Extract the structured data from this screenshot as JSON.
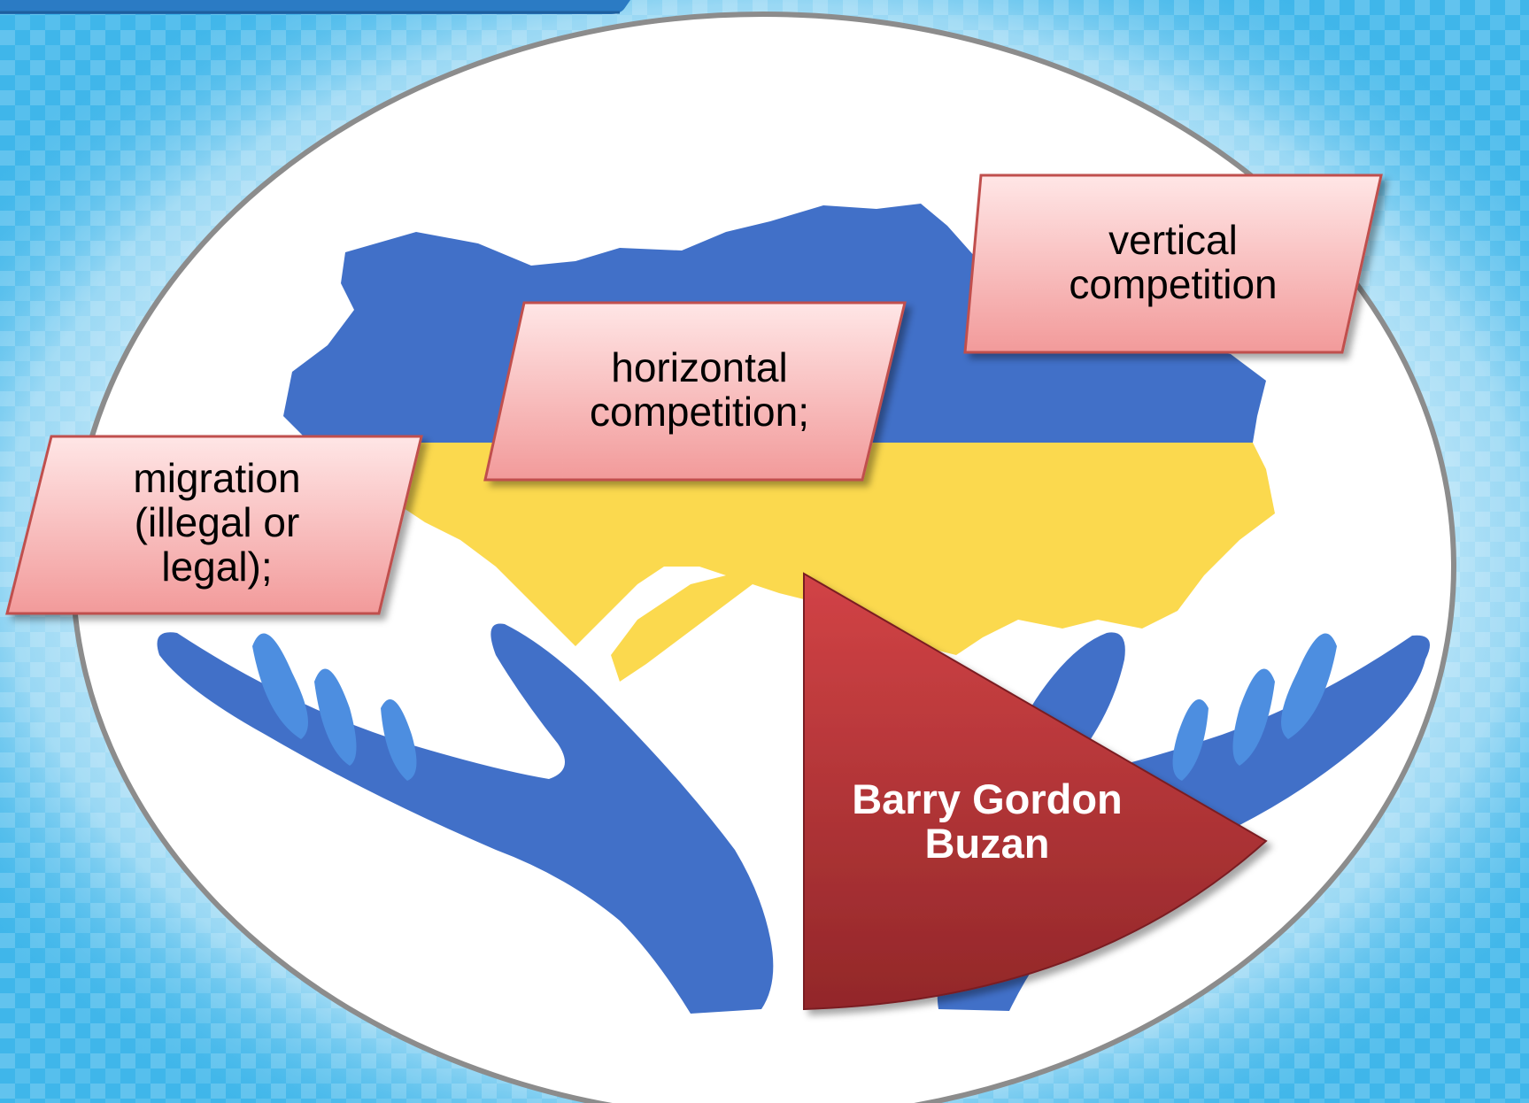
{
  "colors": {
    "background": "#3fb6ea",
    "background_light": "#d9f1fb",
    "oval_fill": "#ffffff",
    "oval_border": "#8c8c8c",
    "map_blue": "#4170c8",
    "map_yellow": "#fbd94e",
    "hand_blue": "#4170c8",
    "drop_blue": "#4d8ee0",
    "box_fill_top": "#ffe6e6",
    "box_fill_bottom": "#f29a9a",
    "box_border": "#c0504d",
    "triangle_fill_top": "#cf4245",
    "triangle_fill_bottom": "#962a2c",
    "top_bar": "#2b7bc4"
  },
  "icons": [
    "ukraine-map-icon",
    "open-hands-icon",
    "water-drops-icon"
  ],
  "boxes": {
    "migration": "migration\n(illegal or\nlegal);",
    "horizontal": "horizontal\ncompetition;",
    "vertical": "vertical\ncompetition"
  },
  "author": {
    "name": "Barry Gordon\nBuzan"
  }
}
